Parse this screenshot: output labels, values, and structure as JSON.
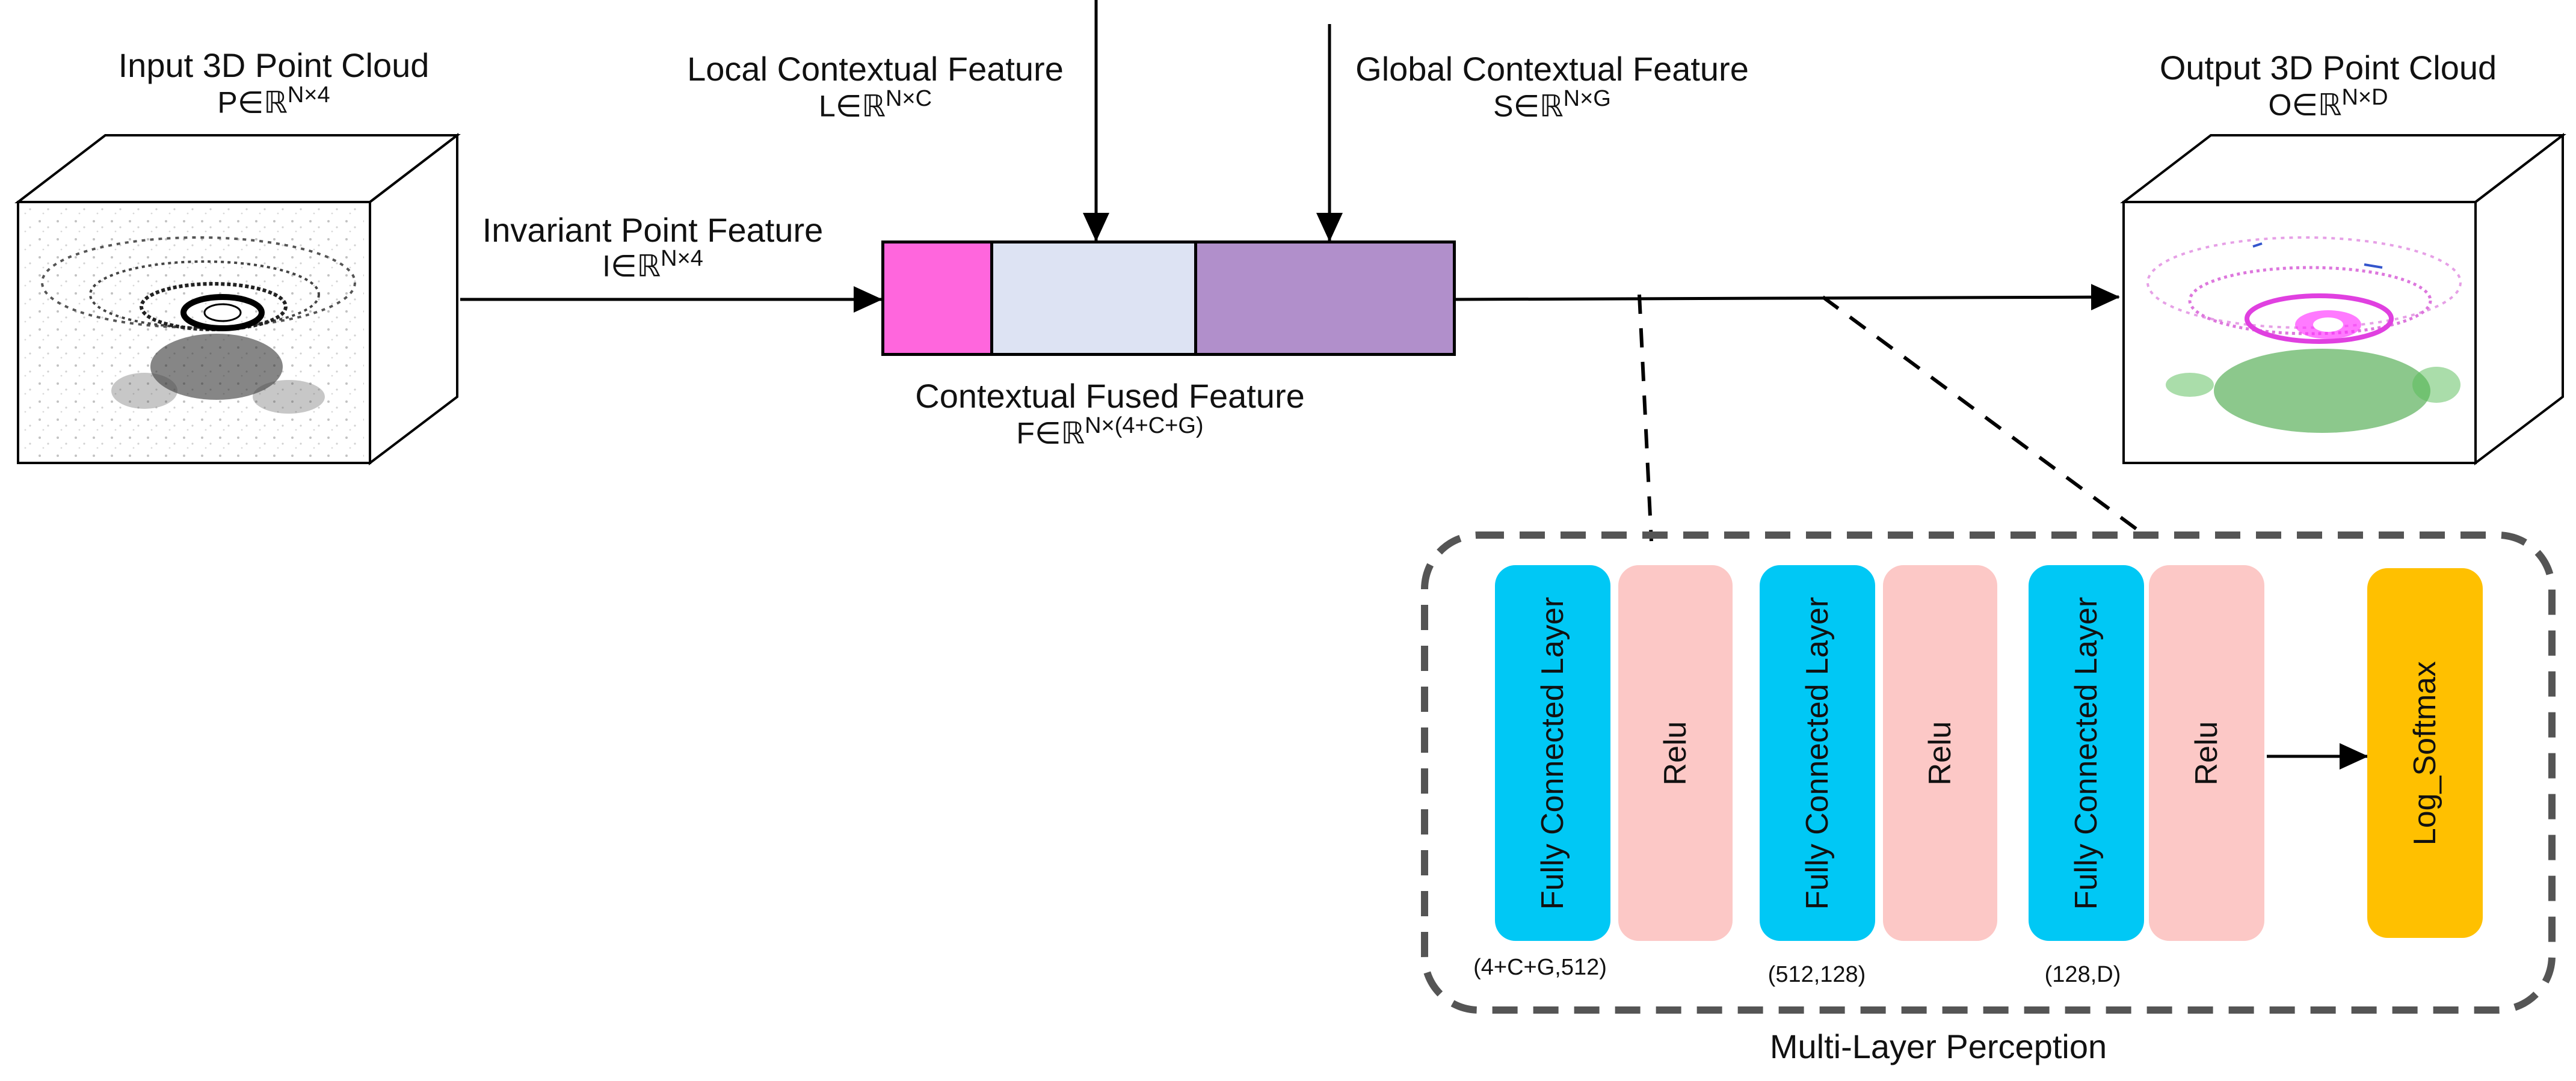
{
  "input": {
    "title": "Input 3D Point Cloud",
    "formula": "P∈ℝ",
    "sup": "N×4"
  },
  "output": {
    "title": "Output 3D Point Cloud",
    "formula": "O∈ℝ",
    "sup": "N×D"
  },
  "invariant": {
    "title": "Invariant Point Feature",
    "formula": "I∈ℝ",
    "sup": "N×4"
  },
  "local": {
    "title": "Local Contextual Feature",
    "formula": "L∈ℝ",
    "sup": "N×C"
  },
  "global": {
    "title": "Global Contextual Feature",
    "formula": "S∈ℝ",
    "sup": "N×G"
  },
  "fused": {
    "title": "Contextual Fused Feature",
    "formula": "F∈ℝ",
    "sup": "N×(4+C+G)"
  },
  "mlp": {
    "title": "Multi-Layer Perception",
    "fc_label": "Fully Connected Layer",
    "relu_label": "Relu",
    "softmax_label": "Log_Softmax",
    "dims": [
      "(4+C+G,512)",
      "(512,128)",
      "(128,D)"
    ]
  },
  "colors": {
    "invariant_segment": "#ff66dd",
    "local_segment": "#dde3f3",
    "global_segment": "#b18fcb",
    "fc_layer": "#00c8f5",
    "relu": "#fcc8c6",
    "softmax": "#ffc000",
    "dashed_border": "#555555"
  }
}
